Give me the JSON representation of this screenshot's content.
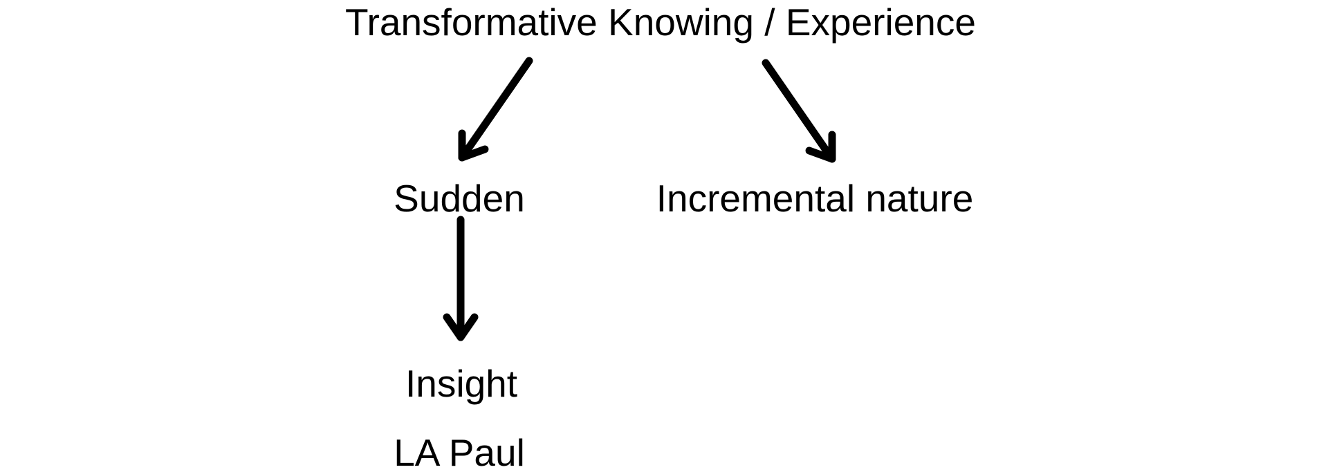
{
  "diagram": {
    "background_color": "#ffffff",
    "text_color": "#000000",
    "arrow_color": "#000000",
    "nodes": [
      {
        "id": "root",
        "label": "Transformative Knowing / Experience"
      },
      {
        "id": "sudden",
        "label": "Sudden"
      },
      {
        "id": "incremental",
        "label": "Incremental nature"
      },
      {
        "id": "insight",
        "label": "Insight"
      },
      {
        "id": "la-paul",
        "label": "LA Paul"
      }
    ],
    "edges": [
      {
        "from": "root",
        "to": "sudden",
        "style": "arrow"
      },
      {
        "from": "root",
        "to": "incremental",
        "style": "arrow"
      },
      {
        "from": "sudden",
        "to": "insight",
        "style": "arrow"
      }
    ]
  }
}
